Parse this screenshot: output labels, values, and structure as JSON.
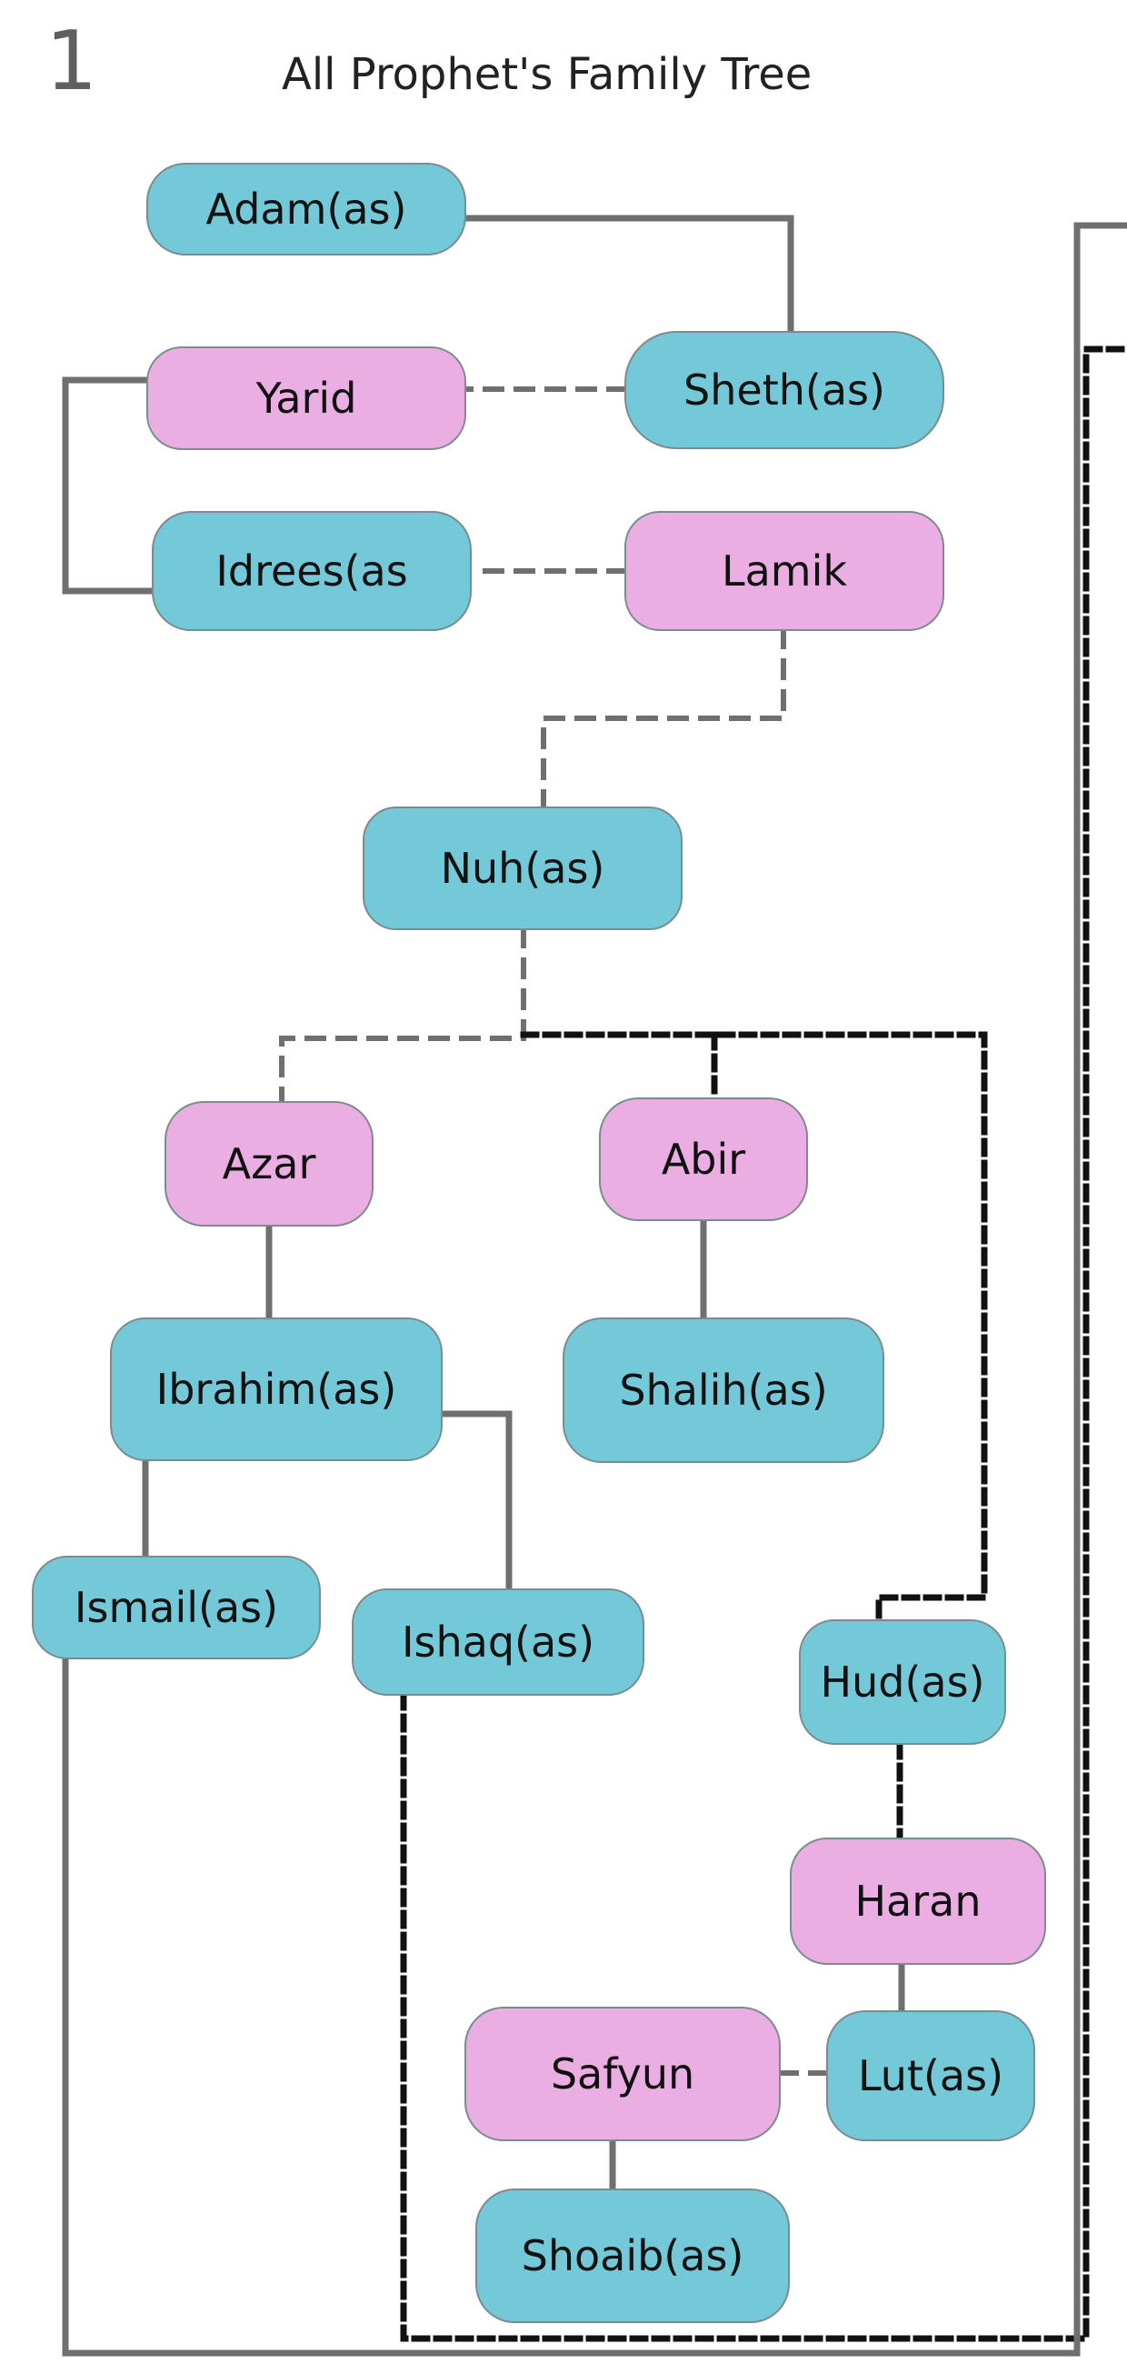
{
  "page": {
    "number": "1",
    "title": "All Prophet's Family Tree"
  },
  "colors": {
    "prophet_fill": "#74c9d8",
    "relative_fill": "#ebaee2",
    "node_border": "#7a8c90",
    "line_gray": "#6f6f6f",
    "line_black": "#111111"
  },
  "nodes": [
    {
      "id": "adam",
      "label": "Adam(as)",
      "kind": "prophet"
    },
    {
      "id": "yarid",
      "label": "Yarid",
      "kind": "relative"
    },
    {
      "id": "sheth",
      "label": "Sheth(as)",
      "kind": "prophet"
    },
    {
      "id": "idrees",
      "label": "Idrees(as",
      "kind": "prophet"
    },
    {
      "id": "lamik",
      "label": "Lamik",
      "kind": "relative"
    },
    {
      "id": "nuh",
      "label": "Nuh(as)",
      "kind": "prophet"
    },
    {
      "id": "azar",
      "label": "Azar",
      "kind": "relative"
    },
    {
      "id": "abir",
      "label": "Abir",
      "kind": "relative"
    },
    {
      "id": "ibrahim",
      "label": "Ibrahim(as)",
      "kind": "prophet"
    },
    {
      "id": "shalih",
      "label": "Shalih(as)",
      "kind": "prophet"
    },
    {
      "id": "ismail",
      "label": "Ismail(as)",
      "kind": "prophet"
    },
    {
      "id": "ishaq",
      "label": "Ishaq(as)",
      "kind": "prophet"
    },
    {
      "id": "hud",
      "label": "Hud(as)",
      "kind": "prophet"
    },
    {
      "id": "haran",
      "label": "Haran",
      "kind": "relative"
    },
    {
      "id": "safyun",
      "label": "Safyun",
      "kind": "relative"
    },
    {
      "id": "lut",
      "label": "Lut(as)",
      "kind": "prophet"
    },
    {
      "id": "shoaib",
      "label": "Shoaib(as)",
      "kind": "prophet"
    }
  ],
  "connectors": [
    {
      "id": "adam-sheth",
      "from": "adam",
      "to": "sheth",
      "style": "solid-gray"
    },
    {
      "id": "yarid-sheth",
      "from": "sheth",
      "to": "yarid",
      "style": "dashed-gray"
    },
    {
      "id": "yarid-idrees",
      "from": "yarid",
      "to": "idrees",
      "style": "solid-gray"
    },
    {
      "id": "lamik-idrees",
      "from": "lamik",
      "to": "idrees",
      "style": "dashed-gray"
    },
    {
      "id": "lamik-nuh",
      "from": "lamik",
      "to": "nuh",
      "style": "dashed-gray"
    },
    {
      "id": "nuh-azar",
      "from": "nuh",
      "to": "azar",
      "style": "dashed-gray"
    },
    {
      "id": "nuh-abir",
      "from": "nuh",
      "to": "abir",
      "style": "dotted-black"
    },
    {
      "id": "azar-ibrahim",
      "from": "azar",
      "to": "ibrahim",
      "style": "solid-gray"
    },
    {
      "id": "abir-shalih",
      "from": "abir",
      "to": "shalih",
      "style": "solid-gray"
    },
    {
      "id": "ibrahim-ismail",
      "from": "ibrahim",
      "to": "ismail",
      "style": "solid-gray"
    },
    {
      "id": "ibrahim-ishaq",
      "from": "ibrahim",
      "to": "ishaq",
      "style": "solid-gray"
    },
    {
      "id": "abir-hud",
      "from": "abir",
      "to": "hud",
      "style": "dotted-black"
    },
    {
      "id": "hud-haran",
      "from": "hud",
      "to": "haran",
      "style": "dotted-black"
    },
    {
      "id": "haran-lut",
      "from": "haran",
      "to": "lut",
      "style": "solid-gray"
    },
    {
      "id": "lut-safyun",
      "from": "lut",
      "to": "safyun",
      "style": "dashed-gray"
    },
    {
      "id": "safyun-shoaib",
      "from": "safyun",
      "to": "shoaib",
      "style": "solid-gray"
    },
    {
      "id": "ishaq-offpage",
      "from": "ishaq",
      "to": "next-page",
      "style": "dotted-black"
    },
    {
      "id": "ismail-offpage",
      "from": "ismail",
      "to": "next-page",
      "style": "solid-gray"
    }
  ]
}
